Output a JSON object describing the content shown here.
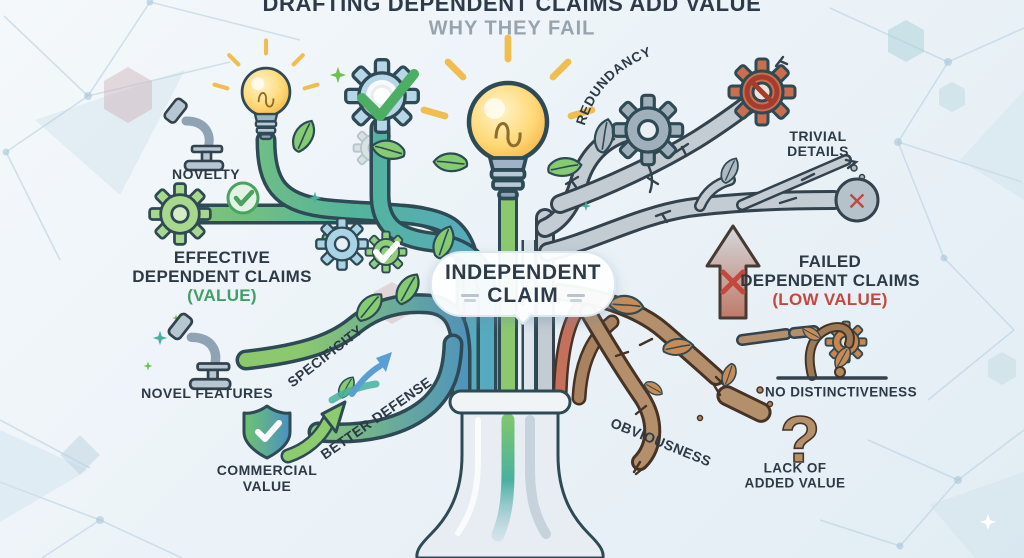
{
  "title": {
    "line1": "DRAFTING DEPENDENT CLAIMS ADD VALUE",
    "line2": "WHY THEY FAIL"
  },
  "badge": {
    "line1": "INDEPENDENT",
    "line2": "CLAIM"
  },
  "left": {
    "heading": {
      "line1": "EFFECTIVE",
      "line2": "DEPENDENT CLAIMS",
      "value": "(VALUE)"
    },
    "novelty": "NOVELTY",
    "novel_features": "NOVEL FEATURES",
    "specificity": "SPECIFICITY",
    "better_defense": "BETTER DEFENSE",
    "commercial_value_line1": "COMMERCIAL",
    "commercial_value_line2": "VALUE"
  },
  "right": {
    "heading": {
      "line1": "FAILED",
      "line2": "DEPENDENT CLAIMS",
      "value": "(LOW VALUE)"
    },
    "redundancy": "REDUNDANCY",
    "trivial_line1": "TRIVIAL",
    "trivial_line2": "DETAILS",
    "no_distinctiveness": "NO DISTINCTIVENESS",
    "obviousness": "OBVIOUSNESS",
    "lack_line1": "LACK OF",
    "lack_line2": "ADDED VALUE"
  },
  "icons": {
    "x_glyph": "✕",
    "question_glyph": "?",
    "lightbulb": "💡",
    "gear": "⚙",
    "check": "✓",
    "shield": "🛡",
    "microscope": "🔬",
    "no_entry": "🚫",
    "leaf": "🍃",
    "up_arrow": "⬆"
  },
  "colors": {
    "title_navy": "#2c3a4a",
    "subtitle_gray": "#97a4ae",
    "accent_green": "#3fa065",
    "accent_red": "#c3493f",
    "branch_green": "#7cc66f",
    "branch_teal": "#49b0a0",
    "branch_blue": "#4a90c2",
    "branch_gray": "#c3ccd3",
    "branch_brown": "#b3906b"
  }
}
